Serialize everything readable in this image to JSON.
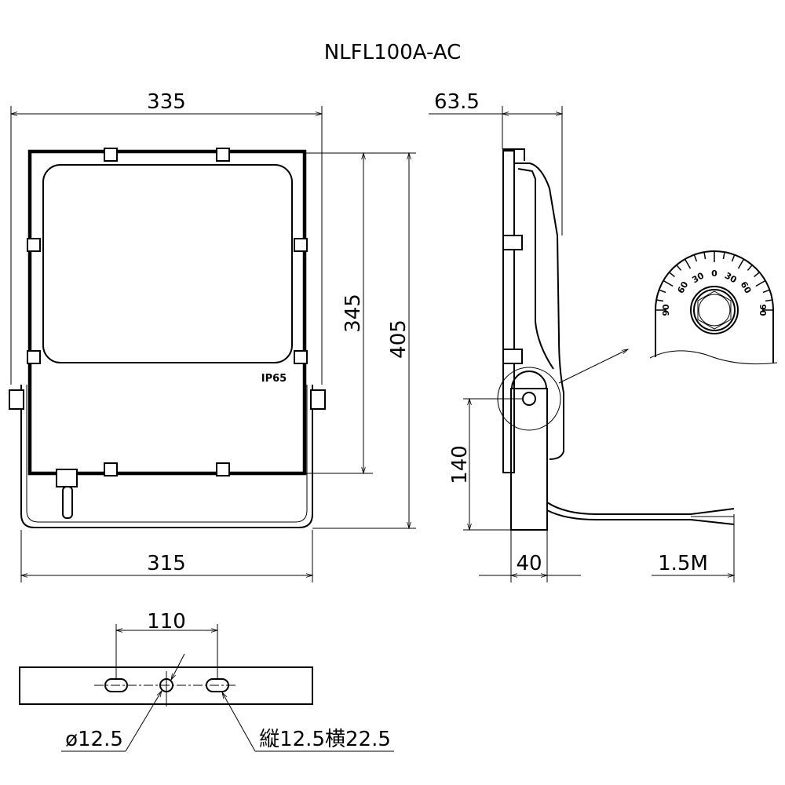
{
  "title": "NLFL100A-AC",
  "front_view": {
    "width_top": "335",
    "height_body": "345",
    "height_total": "405",
    "width_bracket": "315",
    "badge": "IP65"
  },
  "side_view": {
    "depth": "63.5",
    "pivot_height": "140",
    "bracket_depth": "40",
    "cable_length": "1.5M"
  },
  "angle_dial": {
    "labels": [
      "90",
      "60",
      "30",
      "0",
      "30",
      "60",
      "90"
    ]
  },
  "bracket_view": {
    "hole_pitch": "110",
    "hole_dia": "ø12.5",
    "slot_size": "縦12.5横22.5"
  }
}
